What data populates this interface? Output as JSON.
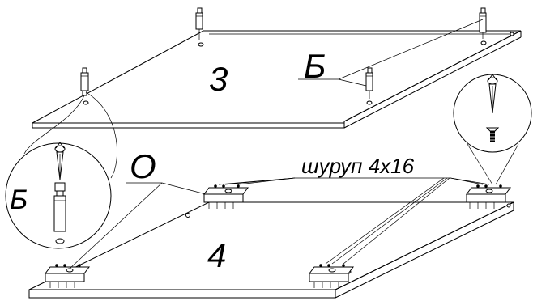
{
  "labels": {
    "panel_top": "3",
    "panel_bottom": "4",
    "cam_ref": "Б",
    "cam_ref_detail": "Б",
    "bracket_ref": "О",
    "screw_ref": "шуруп 4х16"
  }
}
